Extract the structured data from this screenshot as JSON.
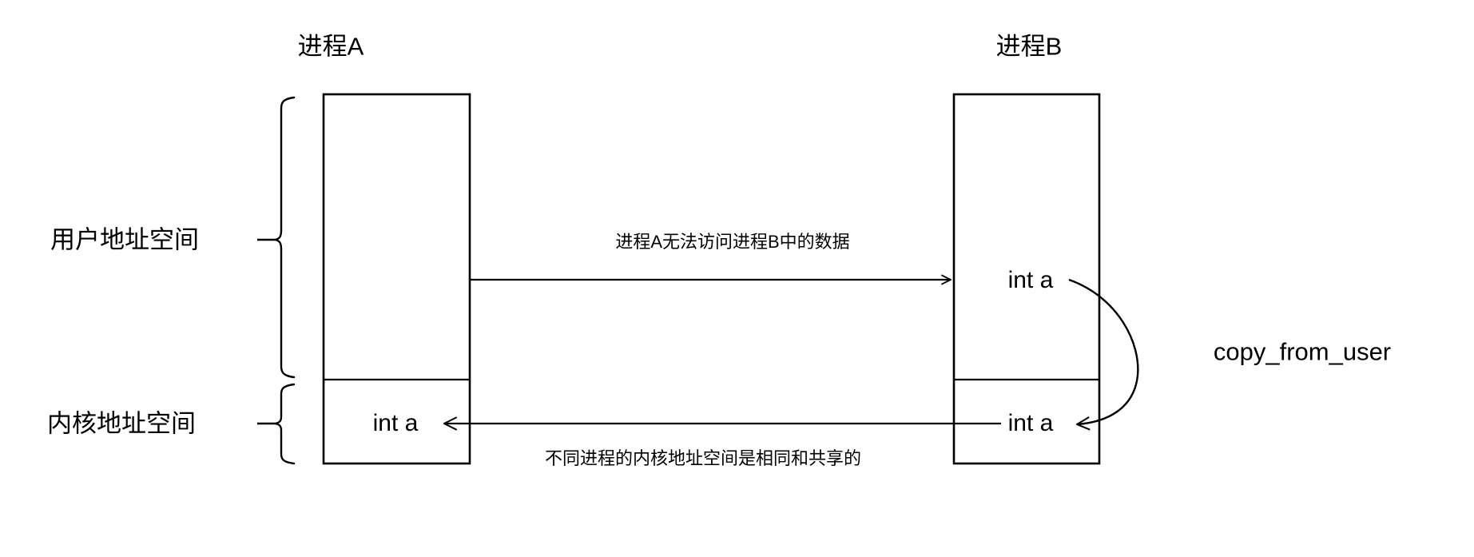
{
  "diagram": {
    "type": "os-memory-layout",
    "background_color": "#ffffff",
    "stroke_color": "#000000",
    "text_color": "#000000"
  },
  "titles": {
    "process_a": "进程A",
    "process_b": "进程B"
  },
  "region_labels": {
    "user_space": "用户地址空间",
    "kernel_space": "内核地址空间"
  },
  "process_a": {
    "title": "进程A",
    "user_region_variable": "",
    "kernel_region_variable": "int a"
  },
  "process_b": {
    "title": "进程B",
    "user_region_variable": "int a",
    "kernel_region_variable": "int a"
  },
  "annotations": {
    "top_arrow_note": "进程A无法访问进程B中的数据",
    "bottom_arrow_note": "不同进程的内核地址空间是相同和共享的",
    "copy_call": "copy_from_user"
  },
  "icons": {
    "arrow_right": "arrow-right-icon",
    "arrow_left": "arrow-left-icon",
    "curved_arrow": "curved-arrow-icon",
    "brace_user": "left-brace-icon",
    "brace_kernel": "left-brace-icon"
  }
}
